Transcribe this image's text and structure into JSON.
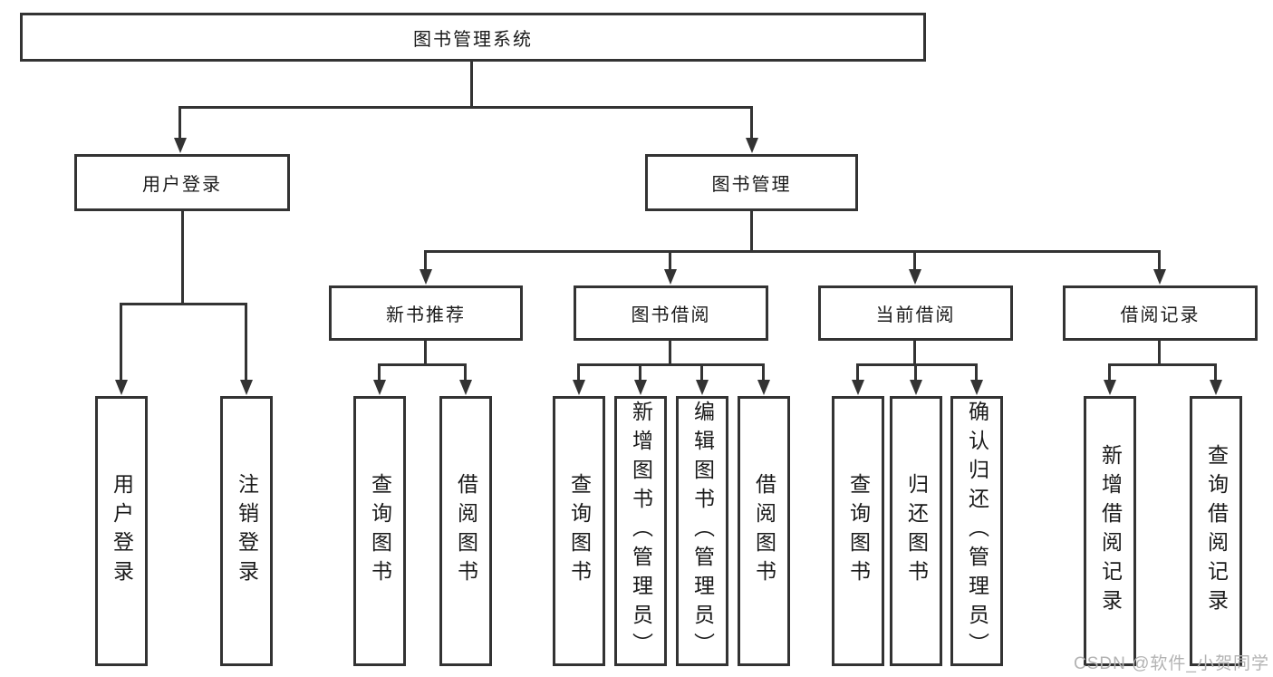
{
  "diagram": {
    "root": {
      "label": "图书管理系统"
    },
    "branches": [
      {
        "label": "用户登录",
        "children": [
          {
            "label": "用户登录"
          },
          {
            "label": "注销登录"
          }
        ]
      },
      {
        "label": "图书管理",
        "children": [
          {
            "label": "新书推荐",
            "children": [
              {
                "label": "查询图书"
              },
              {
                "label": "借阅图书"
              }
            ]
          },
          {
            "label": "图书借阅",
            "children": [
              {
                "label": "查询图书"
              },
              {
                "label": "新增图书（管理员）"
              },
              {
                "label": "编辑图书（管理员）"
              },
              {
                "label": "借阅图书"
              }
            ]
          },
          {
            "label": "当前借阅",
            "children": [
              {
                "label": "查询图书"
              },
              {
                "label": "归还图书"
              },
              {
                "label": "确认归还（管理员）"
              }
            ]
          },
          {
            "label": "借阅记录",
            "children": [
              {
                "label": "新增借阅记录"
              },
              {
                "label": "查询借阅记录"
              }
            ]
          }
        ]
      }
    ]
  },
  "watermark": {
    "text": "CSDN @软件_小贺同学"
  },
  "colors": {
    "line": "#333333",
    "text": "#1a1a1a",
    "background": "#ffffff",
    "watermark": "#b3b3b3"
  }
}
